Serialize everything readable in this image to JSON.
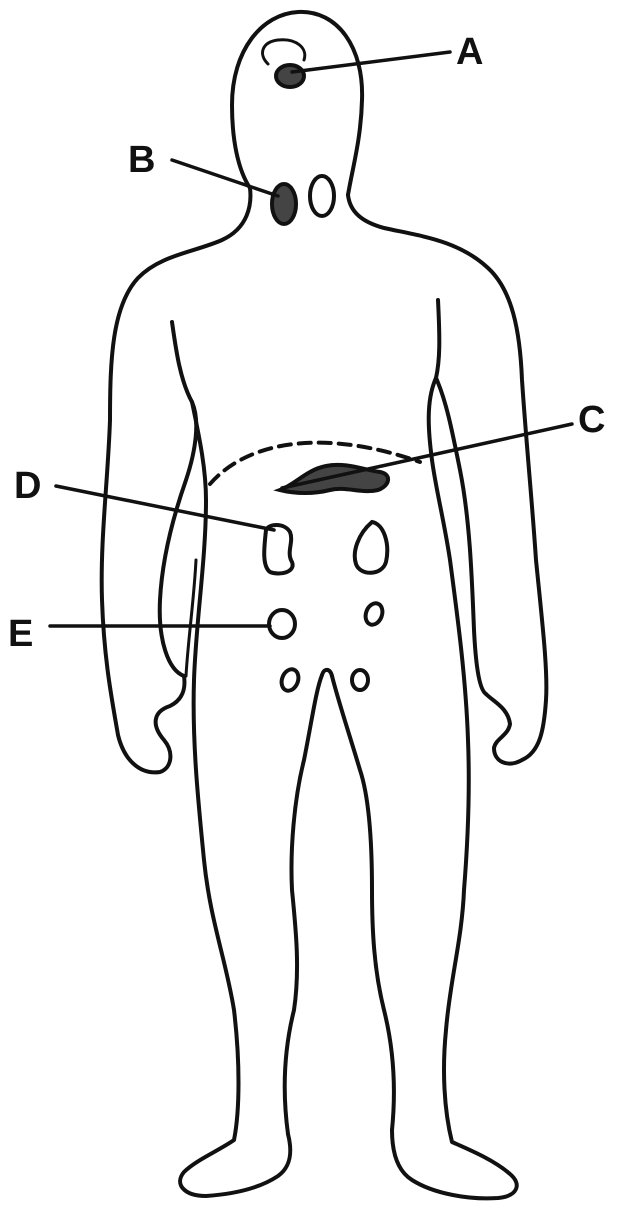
{
  "labels": {
    "a": "A",
    "b": "B",
    "c": "C",
    "d": "D",
    "e": "E"
  },
  "colors": {
    "ink": "#111111",
    "filled_organ": "#444444",
    "background": "#ffffff"
  }
}
